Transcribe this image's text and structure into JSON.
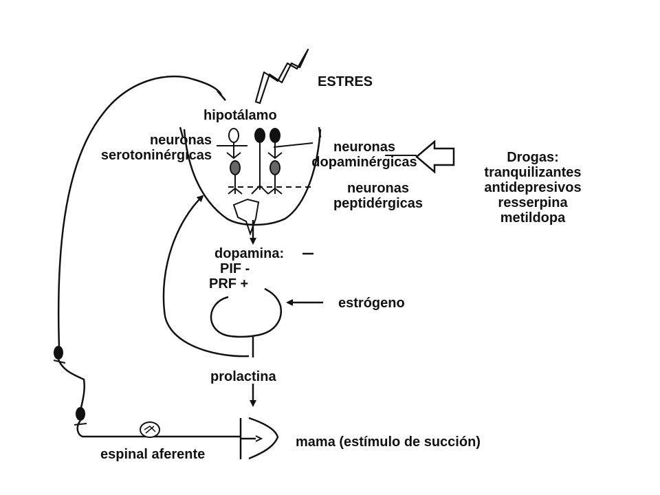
{
  "diagram": {
    "stress_label": "ESTRES",
    "hypothalamus_label": "hipotálamo",
    "serotonin_neurons": [
      "neuronas",
      "serotoninérgicas"
    ],
    "dopamine_neurons": [
      "neuronas",
      "dopaminérgicas"
    ],
    "peptide_neurons": [
      "neuronas",
      "peptidérgicas"
    ],
    "drugs": {
      "title": "Drogas:",
      "items": [
        "tranquilizantes",
        "antidepresivos",
        "resserpina",
        "metildopa"
      ]
    },
    "factors": {
      "dopamine": "dopamina:",
      "dopamine_sign": "–",
      "pif": "PIF -",
      "prf": "PRF +"
    },
    "estrogen_label": "estrógeno",
    "prolactin_label": "prolactina",
    "breast_label": "mama (estímulo de succión)",
    "spinal_label": "espinal aferente"
  },
  "colors": {
    "ink": "#111111",
    "background": "#ffffff"
  }
}
